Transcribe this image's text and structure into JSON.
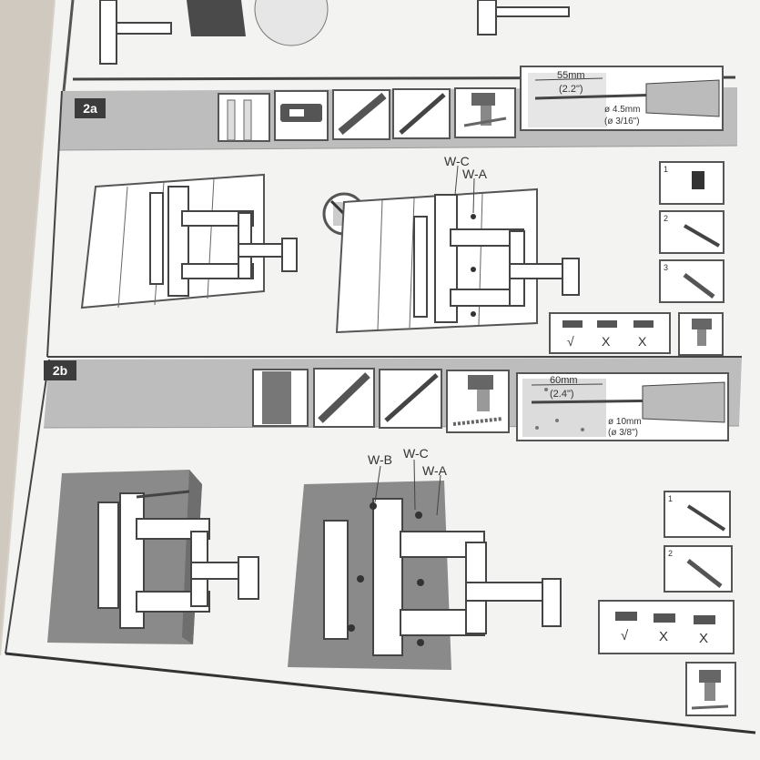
{
  "steps": {
    "a": {
      "label": "2a",
      "drill": {
        "depth_mm": "55mm",
        "depth_in": "(2.2\")",
        "diam_mm": "ø 4.5mm",
        "diam_in": "(ø 3/16\")"
      },
      "screws": {
        "c": "W-C",
        "a": "W-A"
      },
      "checklist": [
        "1",
        "2",
        "3"
      ],
      "anchors": [
        "√",
        "X",
        "X"
      ]
    },
    "b": {
      "label": "2b",
      "drill": {
        "depth_mm": "60mm",
        "depth_in": "(2.4\")",
        "diam_mm": "ø 10mm",
        "diam_in": "(ø 3/8\")"
      },
      "screws": {
        "b": "W-B",
        "c": "W-C",
        "a": "W-A"
      },
      "checklist": [
        "1",
        "2"
      ],
      "anchors": [
        "√",
        "X",
        "X"
      ]
    }
  },
  "icons": [
    "stud-wall-icon",
    "stud-finder-icon",
    "level-icon",
    "pencil-icon",
    "drill-icon",
    "drill-bit-icon",
    "no-drywall-icon",
    "concrete-wall-icon"
  ],
  "colors": {
    "paper": "#f4f4f2",
    "band": "#bdbdbd",
    "ink": "#333333",
    "stepbox": "#3c3c3c"
  }
}
